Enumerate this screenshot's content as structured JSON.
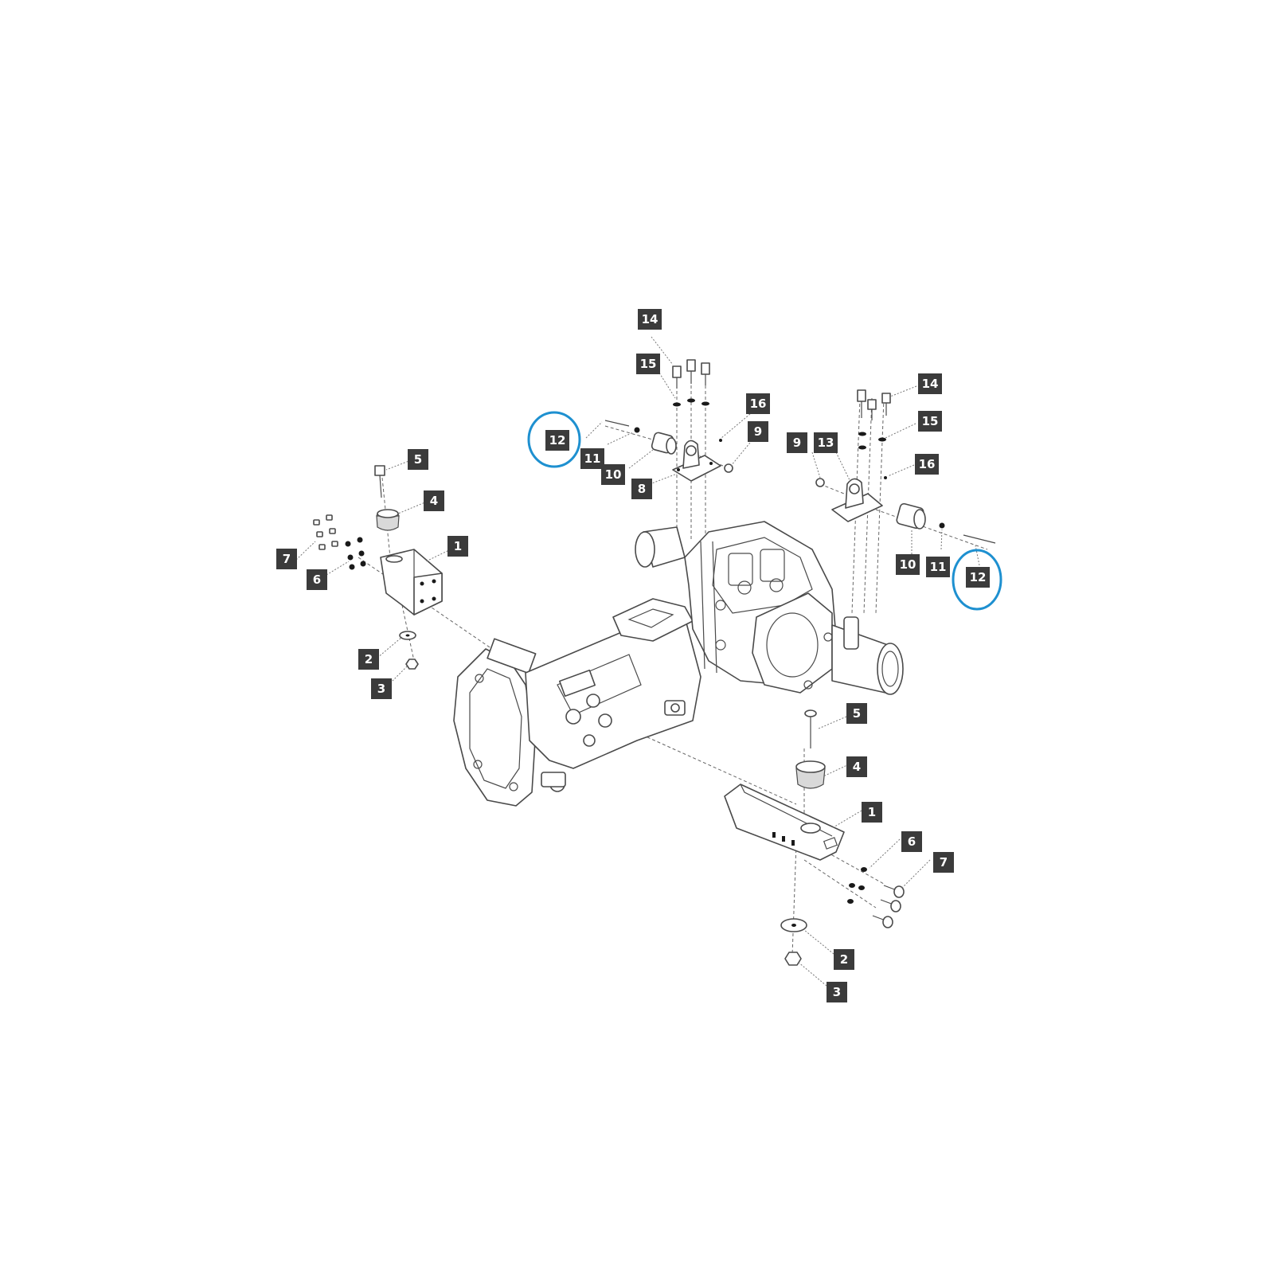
{
  "diagram": {
    "highlight_color": "#1e90d0",
    "label_bg_color": "#3b3b3b",
    "callouts": [
      {
        "id": "c14a",
        "text": "14"
      },
      {
        "id": "c15a",
        "text": "15"
      },
      {
        "id": "c16a",
        "text": "16"
      },
      {
        "id": "c9a",
        "text": "9"
      },
      {
        "id": "c12a",
        "text": "12"
      },
      {
        "id": "c11a",
        "text": "11"
      },
      {
        "id": "c10a",
        "text": "10"
      },
      {
        "id": "c8",
        "text": "8"
      },
      {
        "id": "c14b",
        "text": "14"
      },
      {
        "id": "c15b",
        "text": "15"
      },
      {
        "id": "c9b",
        "text": "9"
      },
      {
        "id": "c13",
        "text": "13"
      },
      {
        "id": "c16b",
        "text": "16"
      },
      {
        "id": "c10b",
        "text": "10"
      },
      {
        "id": "c11b",
        "text": "11"
      },
      {
        "id": "c12b",
        "text": "12"
      },
      {
        "id": "c5a",
        "text": "5"
      },
      {
        "id": "c4a",
        "text": "4"
      },
      {
        "id": "c1a",
        "text": "1"
      },
      {
        "id": "c7a",
        "text": "7"
      },
      {
        "id": "c6a",
        "text": "6"
      },
      {
        "id": "c2a",
        "text": "2"
      },
      {
        "id": "c3a",
        "text": "3"
      },
      {
        "id": "c5b",
        "text": "5"
      },
      {
        "id": "c4b",
        "text": "4"
      },
      {
        "id": "c1b",
        "text": "1"
      },
      {
        "id": "c6b",
        "text": "6"
      },
      {
        "id": "c7b",
        "text": "7"
      },
      {
        "id": "c2b",
        "text": "2"
      },
      {
        "id": "c3b",
        "text": "3"
      }
    ]
  }
}
